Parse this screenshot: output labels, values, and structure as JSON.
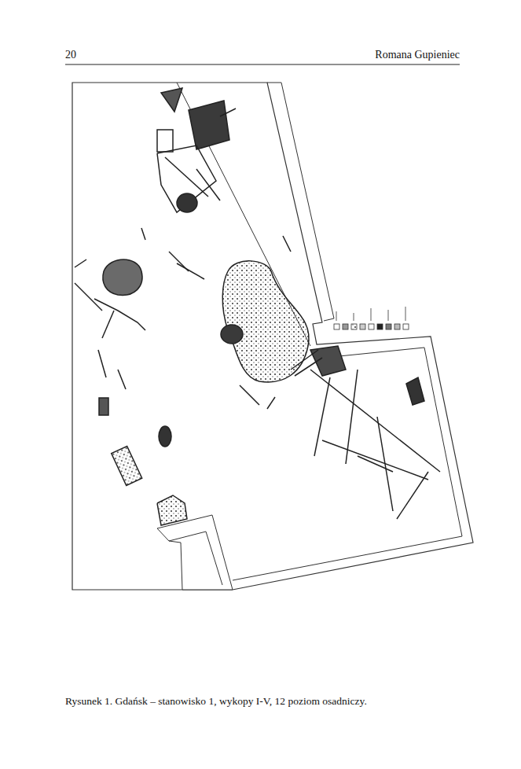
{
  "diagram": {
    "caption": "Rysunek 1. Gdańsk – stanowisko 1, wykopy I-V, 12 poziom osadniczy.",
    "labels": [
      "20",
      "Romana Gupieniec"
    ]
  }
}
